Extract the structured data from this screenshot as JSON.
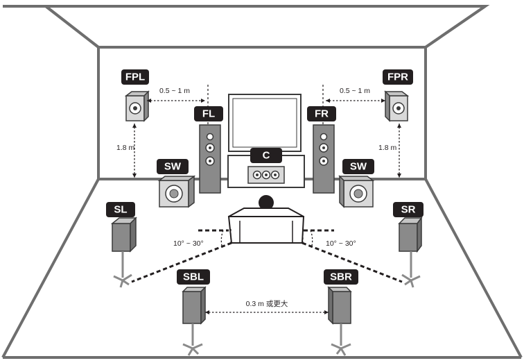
{
  "labels": {
    "fpl": "FPL",
    "fpr": "FPR",
    "fl": "FL",
    "fr": "FR",
    "c": "C",
    "sw_left": "SW",
    "sw_right": "SW",
    "sl": "SL",
    "sr": "SR",
    "sbl": "SBL",
    "sbr": "SBR"
  },
  "notes": {
    "front_presence_left_gap": "0.5 ~ 1 m",
    "front_presence_right_gap": "0.5 ~ 1 m",
    "height_left": "1.8 m",
    "height_right": "1.8 m",
    "angle_left": "10° ~ 30°",
    "angle_right": "10° ~ 30°",
    "back_gap": "0.3 m 或更大"
  },
  "colors": {
    "tag_background": "#231f20",
    "tag_text": "#ffffff",
    "room_outline": "#6e6e6e",
    "speaker_body": "#8a8a8a"
  }
}
